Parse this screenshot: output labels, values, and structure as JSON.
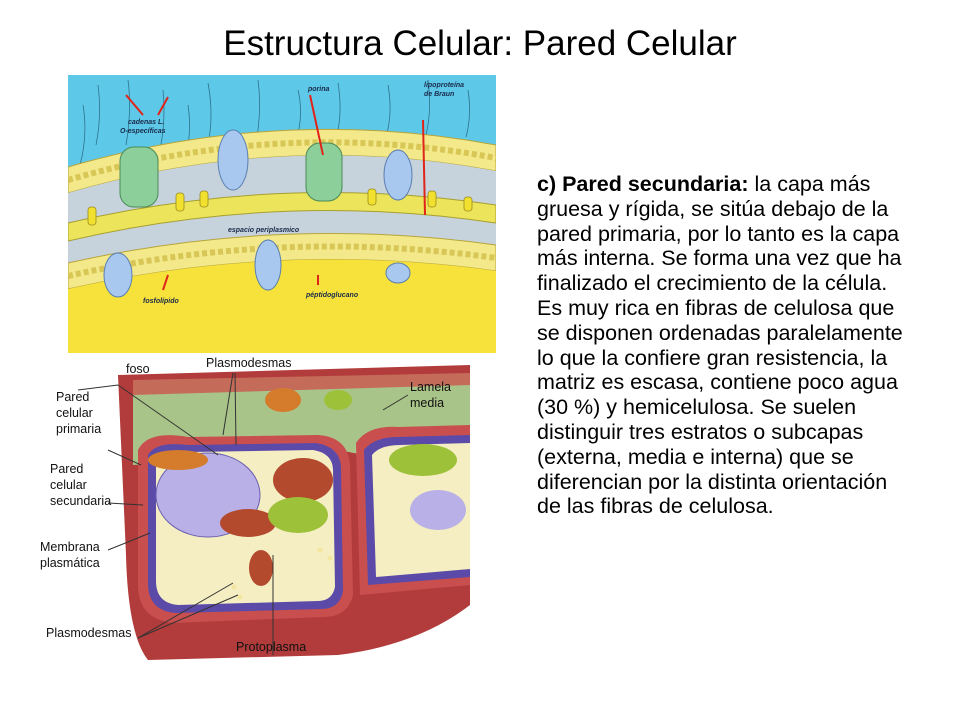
{
  "slide": {
    "title": "Estructura Celular: Pared Celular",
    "paragraph": {
      "heading": "c) Pared secundaria:",
      "text": " la capa más gruesa y rígida, se sitúa debajo de la pared  primaria, por lo tanto es la capa más interna. Se forma una vez que ha finalizado el crecimiento de la célula. Es muy rica en fibras de celulosa que se disponen ordenadas paralelamente lo que la confiere gran resistencia, la matriz es escasa, contiene poco agua (30 %) y hemicelulosa. Se suelen distinguir tres estratos o subcapas (externa, media e interna) que se diferencian por la distinta orientación de las fibras de celulosa."
    }
  },
  "figure_envelope": {
    "labels": {
      "cadenas1": "cadenas L.",
      "cadenas2": "O-específicas",
      "porina": "porina",
      "lipo1": "lipoproteína",
      "lipo2": "de Braun",
      "espacio": "espacio periplasmico",
      "fosfolipido": "fosfolípido",
      "peptidoglucano": "péptidoglucano"
    }
  },
  "figure_plant": {
    "labels": {
      "foso": "foso",
      "plasmodesmas_top": "Plasmodesmas",
      "lamela1": "Lamela",
      "lamela2": "media",
      "primaria1": "Pared",
      "primaria2": "celular",
      "primaria3": "primaria",
      "secundaria1": "Pared",
      "secundaria2": "celular",
      "secundaria3": "secundaria",
      "membrana1": "Membrana",
      "membrana2": "plasmática",
      "plasmodesmas_bottom": "Plasmodesmas",
      "protoplasma": "Protoplasma"
    }
  }
}
